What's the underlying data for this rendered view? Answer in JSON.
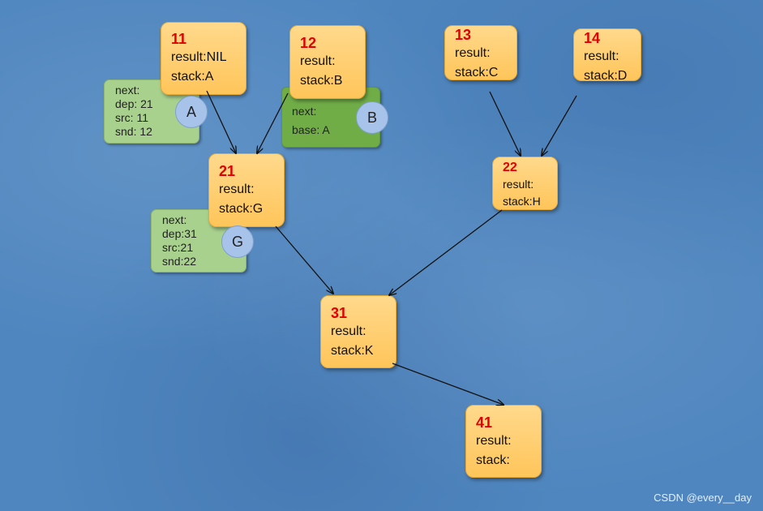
{
  "nodes": {
    "n11": {
      "id": "11",
      "result": "result:NIL",
      "stack": "stack:A"
    },
    "n12": {
      "id": "12",
      "result": "result:",
      "stack": "stack:B"
    },
    "n13": {
      "id": "13",
      "result": "result:",
      "stack": "stack:C"
    },
    "n14": {
      "id": "14",
      "result": "result:",
      "stack": "stack:D"
    },
    "n21": {
      "id": "21",
      "result": "result:",
      "stack": "stack:G"
    },
    "n22": {
      "id": "22",
      "result": "result:",
      "stack": "stack:H"
    },
    "n31": {
      "id": "31",
      "result": "result:",
      "stack": "stack:K"
    },
    "n41": {
      "id": "41",
      "result": "result:",
      "stack": "stack:"
    }
  },
  "cards": {
    "A": {
      "label": "A",
      "lines": [
        "next:",
        "dep: 21",
        "src: 11",
        "snd: 12"
      ]
    },
    "B": {
      "label": "B",
      "lines": [
        "next:",
        "base: A"
      ]
    },
    "G": {
      "label": "G",
      "lines": [
        "next:",
        "dep:31",
        "src:21",
        "snd:22"
      ]
    }
  },
  "colors": {
    "node_fill": "#ffc55a",
    "node_id": "#e00000",
    "card_green": "#a9d18e",
    "card_green_dark": "#70ad47",
    "badge": "#a7c3ea",
    "background": "#4f86bf"
  },
  "watermark": "CSDN @every__day"
}
